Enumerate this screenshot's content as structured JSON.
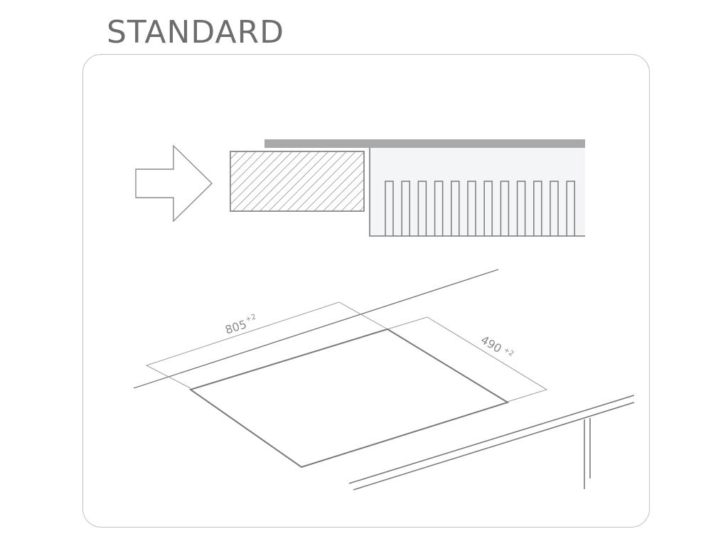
{
  "title": "STANDARD",
  "dimensions": {
    "width": {
      "value": "805",
      "tolerance": "+2"
    },
    "depth": {
      "value": "490",
      "tolerance": "+2"
    }
  },
  "icons": {
    "direction": "arrow-right-outline-icon",
    "hob_section": "hob-cross-section-icon"
  },
  "colors": {
    "frame_border": "#b9c6c3",
    "line": "#7a7a7a",
    "worktop_bar": "#a9a9a9",
    "hob_fill": "#f4f5f7",
    "title": "#6d6d6d"
  }
}
